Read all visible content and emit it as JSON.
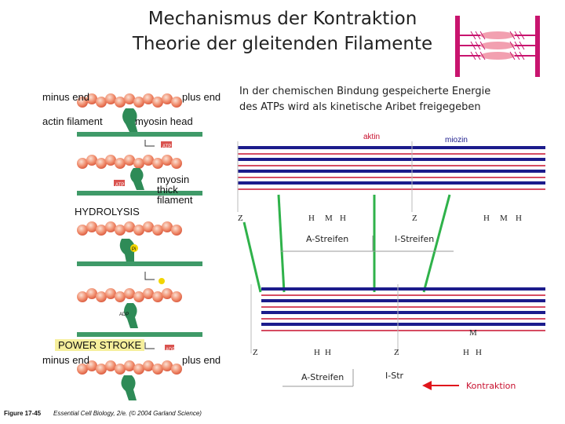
{
  "title": {
    "line1": "Mechanismus der Kontraktion",
    "line2": "Theorie der gleitenden Filamente"
  },
  "description": "In der chemischen Bindung gespeicherte Energie des ATPs wird als kinetische Aribet freigegeben",
  "left_figure": {
    "minus_end": "minus end",
    "plus_end": "plus end",
    "actin_filament": "actin filament",
    "myosin_head": "myosin head",
    "myosin_thick_filament": "myosin thick filament",
    "hydrolysis": "HYDROLYSIS",
    "power_stroke": "POWER STROKE",
    "atp": "ATP",
    "adp": "ADP",
    "pi": "Pi",
    "caption_fig": "Figure 17-45",
    "caption_source": "Essential Cell Biology, 2/e. (© 2004 Garland Science)"
  },
  "right_figure": {
    "aktin": "aktin",
    "miozin": "miozin",
    "z": "Z",
    "h": "H",
    "m": "M",
    "a_streifen": "A-Streifen",
    "i_streifen": "I-Streifen",
    "i_str": "I-Str",
    "kontraktion": "Kontraktion"
  },
  "colors": {
    "actin_red": "#c8102e",
    "myosin_blue": "#1c1c8c",
    "myosin_green": "#2e8b57",
    "arrow_red": "#e0151b",
    "connector_green": "#2fb24a",
    "bar_magenta": "#c8146e"
  }
}
